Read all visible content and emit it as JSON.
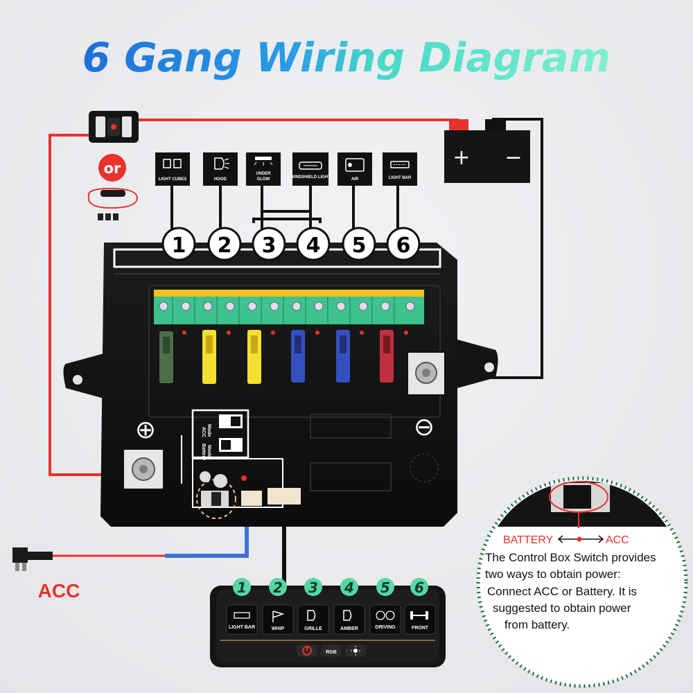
{
  "title": {
    "part1": "6 Gang Wi",
    "part2": "ring Diagram"
  },
  "circuits": [
    {
      "number": "1",
      "label": "LIGHT CUBES"
    },
    {
      "number": "2",
      "label": "HOOD"
    },
    {
      "number": "3",
      "label": "UNDER",
      "label2": "GLOW"
    },
    {
      "number": "4",
      "label": "WINDSHIELD LIGHT"
    },
    {
      "number": "5",
      "label": "AIR"
    },
    {
      "number": "6",
      "label": "LIGHT BAR"
    }
  ],
  "or_label": "or",
  "battery": {
    "plus": "+",
    "minus": "−"
  },
  "ground_symbol": "⊖",
  "positive_symbol": "⊕",
  "switch_box": {
    "line1": "ACC",
    "line2": "Mode",
    "line3": "Battery",
    "line4": "Mode"
  },
  "acc_label": "ACC",
  "panel": {
    "numbers": [
      "1",
      "2",
      "3",
      "4",
      "5",
      "6"
    ],
    "buttons": [
      "LIGHT BAR",
      "WHIP",
      "GRILLE",
      "AMBER",
      "DRIVING",
      "FRONT"
    ],
    "rgb_label": "RGB"
  },
  "callout": {
    "battery": "BATTERY",
    "acc": "ACC",
    "lines": [
      "The Control Box Switch provides",
      "two ways to obtain power:",
      "Connect ACC or Battery. It is",
      "suggested to obtain power",
      "from battery."
    ]
  },
  "colors": {
    "red_wire": "#e8322c",
    "black_wire": "#111111",
    "blue_wire": "#3f73d6",
    "terminal_green": "#3ec28f",
    "panel_green": "#58d6a6"
  }
}
